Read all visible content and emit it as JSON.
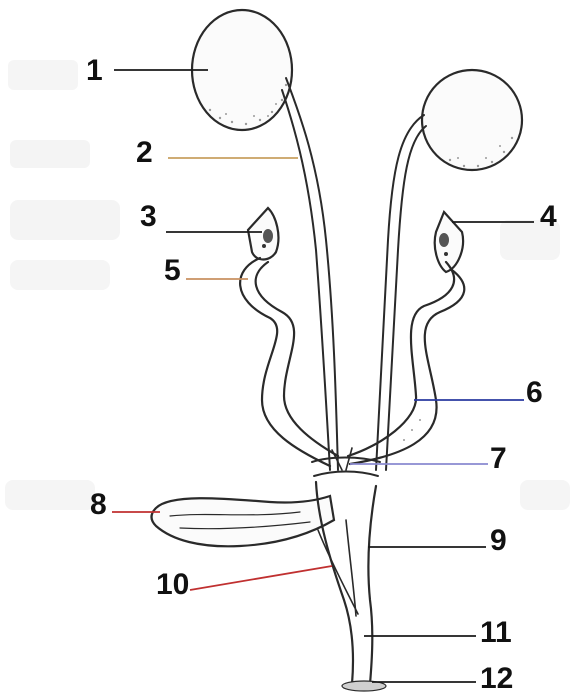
{
  "labels": [
    {
      "id": "1",
      "text": "1",
      "color": "#1a1a1a"
    },
    {
      "id": "2",
      "text": "2",
      "color": "#c8a060"
    },
    {
      "id": "3",
      "text": "3",
      "color": "#1a1a1a"
    },
    {
      "id": "4",
      "text": "4",
      "color": "#1a1a1a"
    },
    {
      "id": "5",
      "text": "5",
      "color": "#c89060"
    },
    {
      "id": "6",
      "text": "6",
      "color": "#2a3aa0"
    },
    {
      "id": "7",
      "text": "7",
      "color": "#8a8ad0"
    },
    {
      "id": "8",
      "text": "8",
      "color": "#c03030"
    },
    {
      "id": "9",
      "text": "9",
      "color": "#1a1a1a"
    },
    {
      "id": "10",
      "text": "10",
      "color": "#c03030"
    },
    {
      "id": "11",
      "text": "11",
      "color": "#1a1a1a"
    },
    {
      "id": "12",
      "text": "12",
      "color": "#1a1a1a"
    }
  ]
}
